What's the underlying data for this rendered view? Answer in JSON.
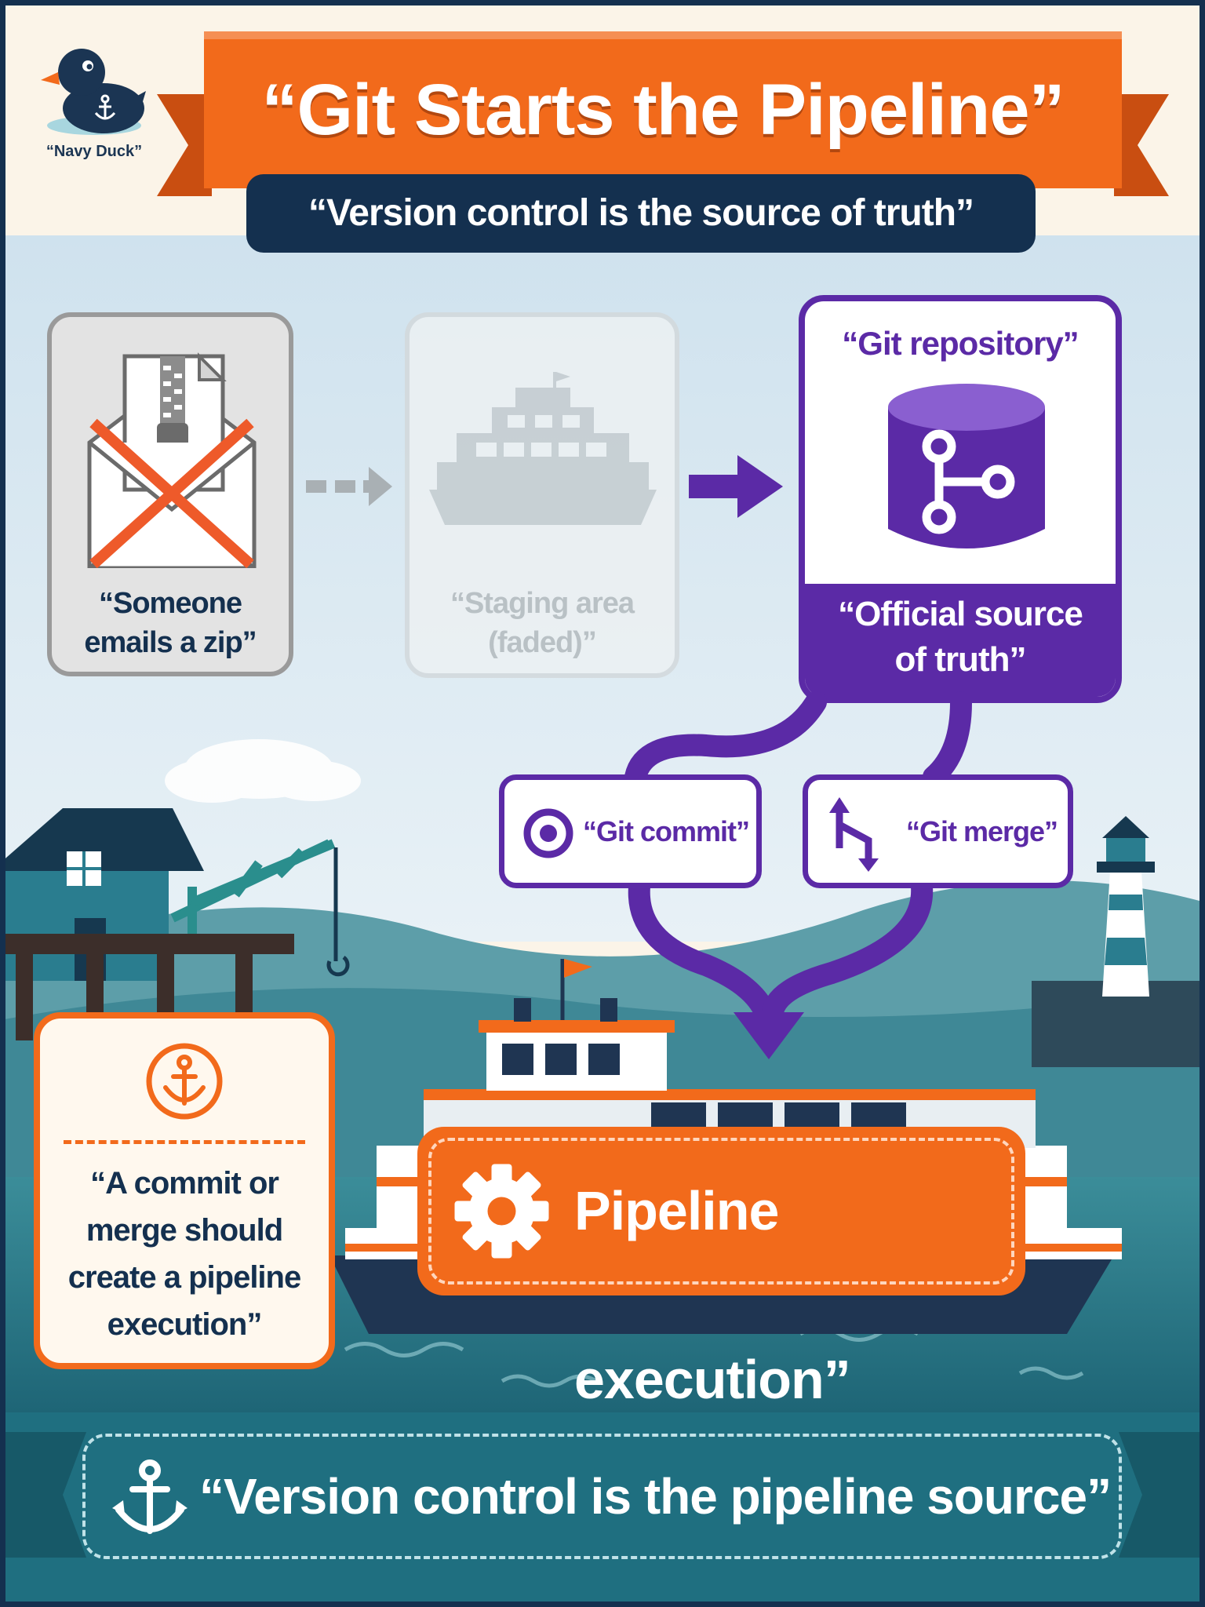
{
  "mascot": {
    "caption": "“Navy Duck”",
    "icon": "duck-anchor-icon"
  },
  "header": {
    "title": "“Git Starts the Pipeline”",
    "subtitle": "“Version control is the source of truth”"
  },
  "cards": {
    "zip": {
      "label_line1": "“Someone",
      "label_line2": "emails a zip”",
      "icon": "crossed-zip-envelope-icon"
    },
    "staging": {
      "label_line1": "“Staging area",
      "label_line2": "(faded)”",
      "icon": "ferry-icon"
    },
    "repository": {
      "title": "“Git repository”",
      "footer_line1": "“Official source",
      "footer_line2": "of truth”",
      "icon": "git-database-icon"
    }
  },
  "actions": {
    "commit": {
      "label": "“Git commit”",
      "icon": "commit-icon"
    },
    "merge": {
      "label": "“Git merge”",
      "icon": "merge-arrows-icon"
    }
  },
  "pipeline": {
    "label": "Pipeline execution”",
    "icon": "gear-icon"
  },
  "note": {
    "line1": "“A commit or",
    "line2": "merge should",
    "line3": "create a pipeline",
    "line4": "execution”",
    "icon": "anchor-icon"
  },
  "footer": {
    "banner": "“Version control is the pipeline source”",
    "icon": "anchor-icon"
  },
  "colors": {
    "orange": "#f26a1b",
    "navy": "#14304f",
    "purple": "#5b2aa6",
    "teal": "#1f6f80",
    "sky": "#dbe9f1",
    "cream": "#fbf4e8"
  }
}
